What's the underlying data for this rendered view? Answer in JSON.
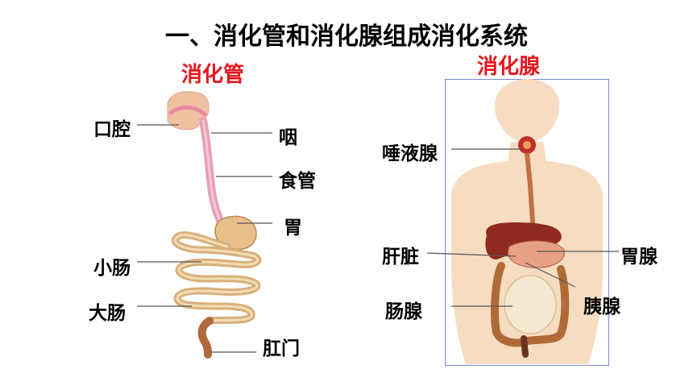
{
  "title": "一、消化管和消化腺组成消化系统",
  "left_panel": {
    "heading": "消化管",
    "labels": {
      "mouth": "口腔",
      "pharynx": "咽",
      "esophagus": "食管",
      "stomach": "胃",
      "small_intestine": "小肠",
      "large_intestine": "大肠",
      "anus": "肛门"
    }
  },
  "right_panel": {
    "heading": "消化腺",
    "labels": {
      "salivary_gland": "唾液腺",
      "liver": "肝脏",
      "gastric_gland": "胃腺",
      "pancreas": "胰腺",
      "intestinal_gland": "肠腺"
    }
  },
  "colors": {
    "heading": "#e8141e",
    "frame": "#7b86d6",
    "tract": "#e8a6b8",
    "intestine": "#e0c89a",
    "liver": "#8e2a1e",
    "skin": "#f6dcc0"
  }
}
